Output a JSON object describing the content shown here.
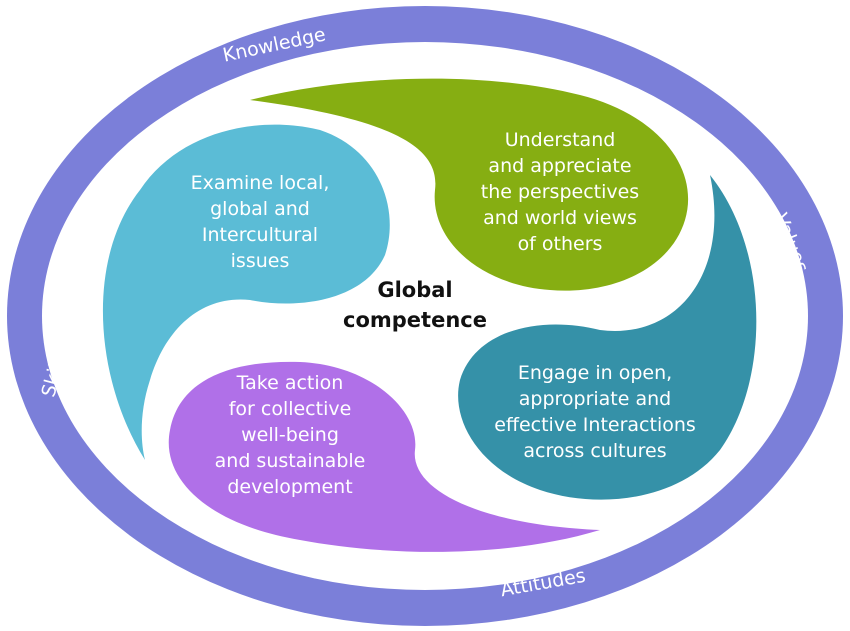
{
  "colors": {
    "ring": "#7b7fd9",
    "cyan": "#5bbcd6",
    "green": "#86ae12",
    "teal": "#3591a8",
    "purple": "#b070e8"
  },
  "ring_labels": {
    "top": "Knowledge",
    "right": "Values",
    "bottom": "Attitudes",
    "left": "Skills"
  },
  "center": {
    "line1": "Global",
    "line2": "competence"
  },
  "petals": {
    "examine": [
      "Examine local,",
      "global and",
      "Intercultural",
      "issues"
    ],
    "understand": [
      "Understand",
      "and appreciate",
      "the perspectives",
      "and world views",
      "of others"
    ],
    "engage": [
      "Engage in open,",
      "appropriate and",
      "effective Interactions",
      "across cultures"
    ],
    "act": [
      "Take action",
      "for collective",
      "well-being",
      "and sustainable",
      "development"
    ]
  }
}
